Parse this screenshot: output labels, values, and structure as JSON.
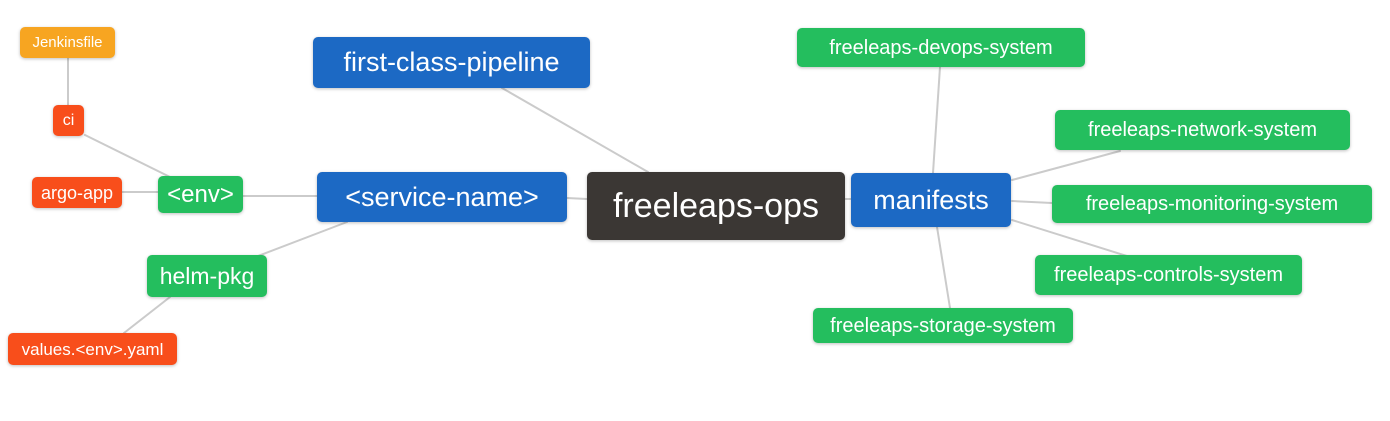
{
  "diagram": {
    "type": "mindmap",
    "root_label": "freeleaps-ops",
    "palette": {
      "root_dark": "#3b3734",
      "branch_blue": "#1c69c4",
      "leaf_green": "#24be5e",
      "leaf_orange": "#f7a521",
      "leaf_red": "#f84e1b",
      "edge_gray": "#cbcbcb",
      "background": "#ffffff",
      "text": "#ffffff"
    },
    "nodes": {
      "freeleaps_ops": {
        "label": "freeleaps-ops",
        "color": "dark"
      },
      "first_class_pipeline": {
        "label": "first-class-pipeline",
        "color": "blue"
      },
      "service_name": {
        "label": "<service-name>",
        "color": "blue"
      },
      "manifests": {
        "label": "manifests",
        "color": "blue"
      },
      "env": {
        "label": "<env>",
        "color": "green"
      },
      "helm_pkg": {
        "label": "helm-pkg",
        "color": "green"
      },
      "jenkinsfile": {
        "label": "Jenkinsfile",
        "color": "orange"
      },
      "ci": {
        "label": "ci",
        "color": "red"
      },
      "argo_app": {
        "label": "argo-app",
        "color": "red"
      },
      "values_env_yaml": {
        "label": "values.<env>.yaml",
        "color": "red"
      },
      "devops_system": {
        "label": "freeleaps-devops-system",
        "color": "green"
      },
      "network_system": {
        "label": "freeleaps-network-system",
        "color": "green"
      },
      "monitoring_system": {
        "label": "freeleaps-monitoring-system",
        "color": "green"
      },
      "controls_system": {
        "label": "freeleaps-controls-system",
        "color": "green"
      },
      "storage_system": {
        "label": "freeleaps-storage-system",
        "color": "green"
      }
    },
    "edges": [
      [
        "Jenkinsfile",
        "ci"
      ],
      [
        "ci",
        "<env>"
      ],
      [
        "argo-app",
        "<env>"
      ],
      [
        "<env>",
        "<service-name>"
      ],
      [
        "helm-pkg",
        "<service-name>"
      ],
      [
        "values.<env>.yaml",
        "helm-pkg"
      ],
      [
        "first-class-pipeline",
        "freeleaps-ops"
      ],
      [
        "<service-name>",
        "freeleaps-ops"
      ],
      [
        "freeleaps-ops",
        "manifests"
      ],
      [
        "manifests",
        "freeleaps-devops-system"
      ],
      [
        "manifests",
        "freeleaps-network-system"
      ],
      [
        "manifests",
        "freeleaps-monitoring-system"
      ],
      [
        "manifests",
        "freeleaps-controls-system"
      ],
      [
        "manifests",
        "freeleaps-storage-system"
      ]
    ]
  }
}
